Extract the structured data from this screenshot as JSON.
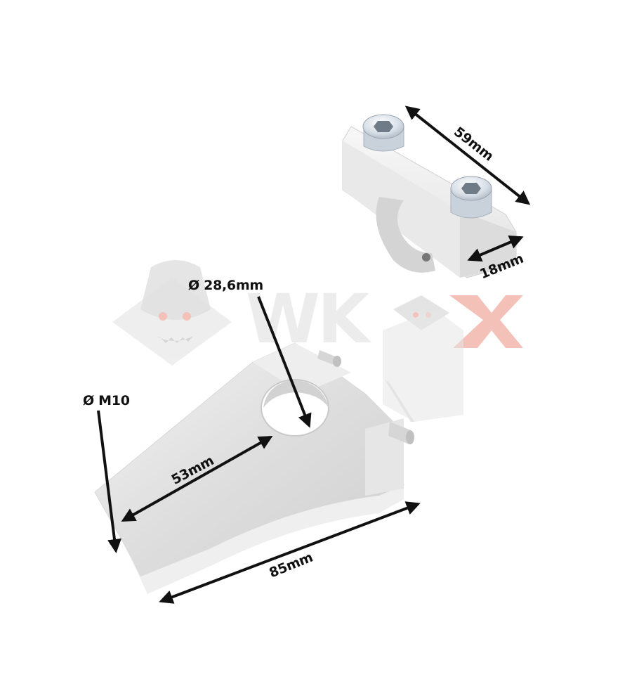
{
  "watermark": {
    "brand_text": "WKX"
  },
  "dimensions": {
    "clamp_width": "59mm",
    "clamp_depth": "18mm",
    "bar_diameter": "Ø 28,6mm",
    "thread": "Ø M10",
    "riser_length": "53mm",
    "base_length": "85mm"
  },
  "colors": {
    "aluminium": "#e4e4e4",
    "aluminium_shadow": "#c9c9c9",
    "bolt": "#d8dfe6",
    "arrow": "#111111",
    "watermark_red": "#f3b7ad",
    "watermark_grey": "#e9e9e9"
  }
}
